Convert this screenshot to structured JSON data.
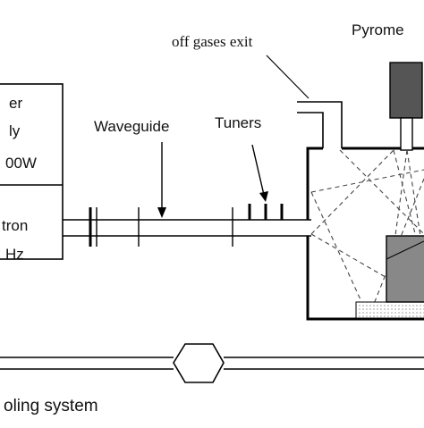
{
  "labels": {
    "off_gases": "off gases exit",
    "pyrometer": "Pyrome",
    "waveguide": "Waveguide",
    "tuners": "Tuners",
    "power_line1": "er",
    "power_line2": "ly",
    "power_line3": "00W",
    "magnetron_line1": "tron",
    "magnetron_line2": "Hz",
    "cooling": "oling system"
  },
  "colors": {
    "line": "#000000",
    "pyrometer_body": "#555555",
    "sample_block": "#888888",
    "base_dots": "#c8c8c8"
  }
}
